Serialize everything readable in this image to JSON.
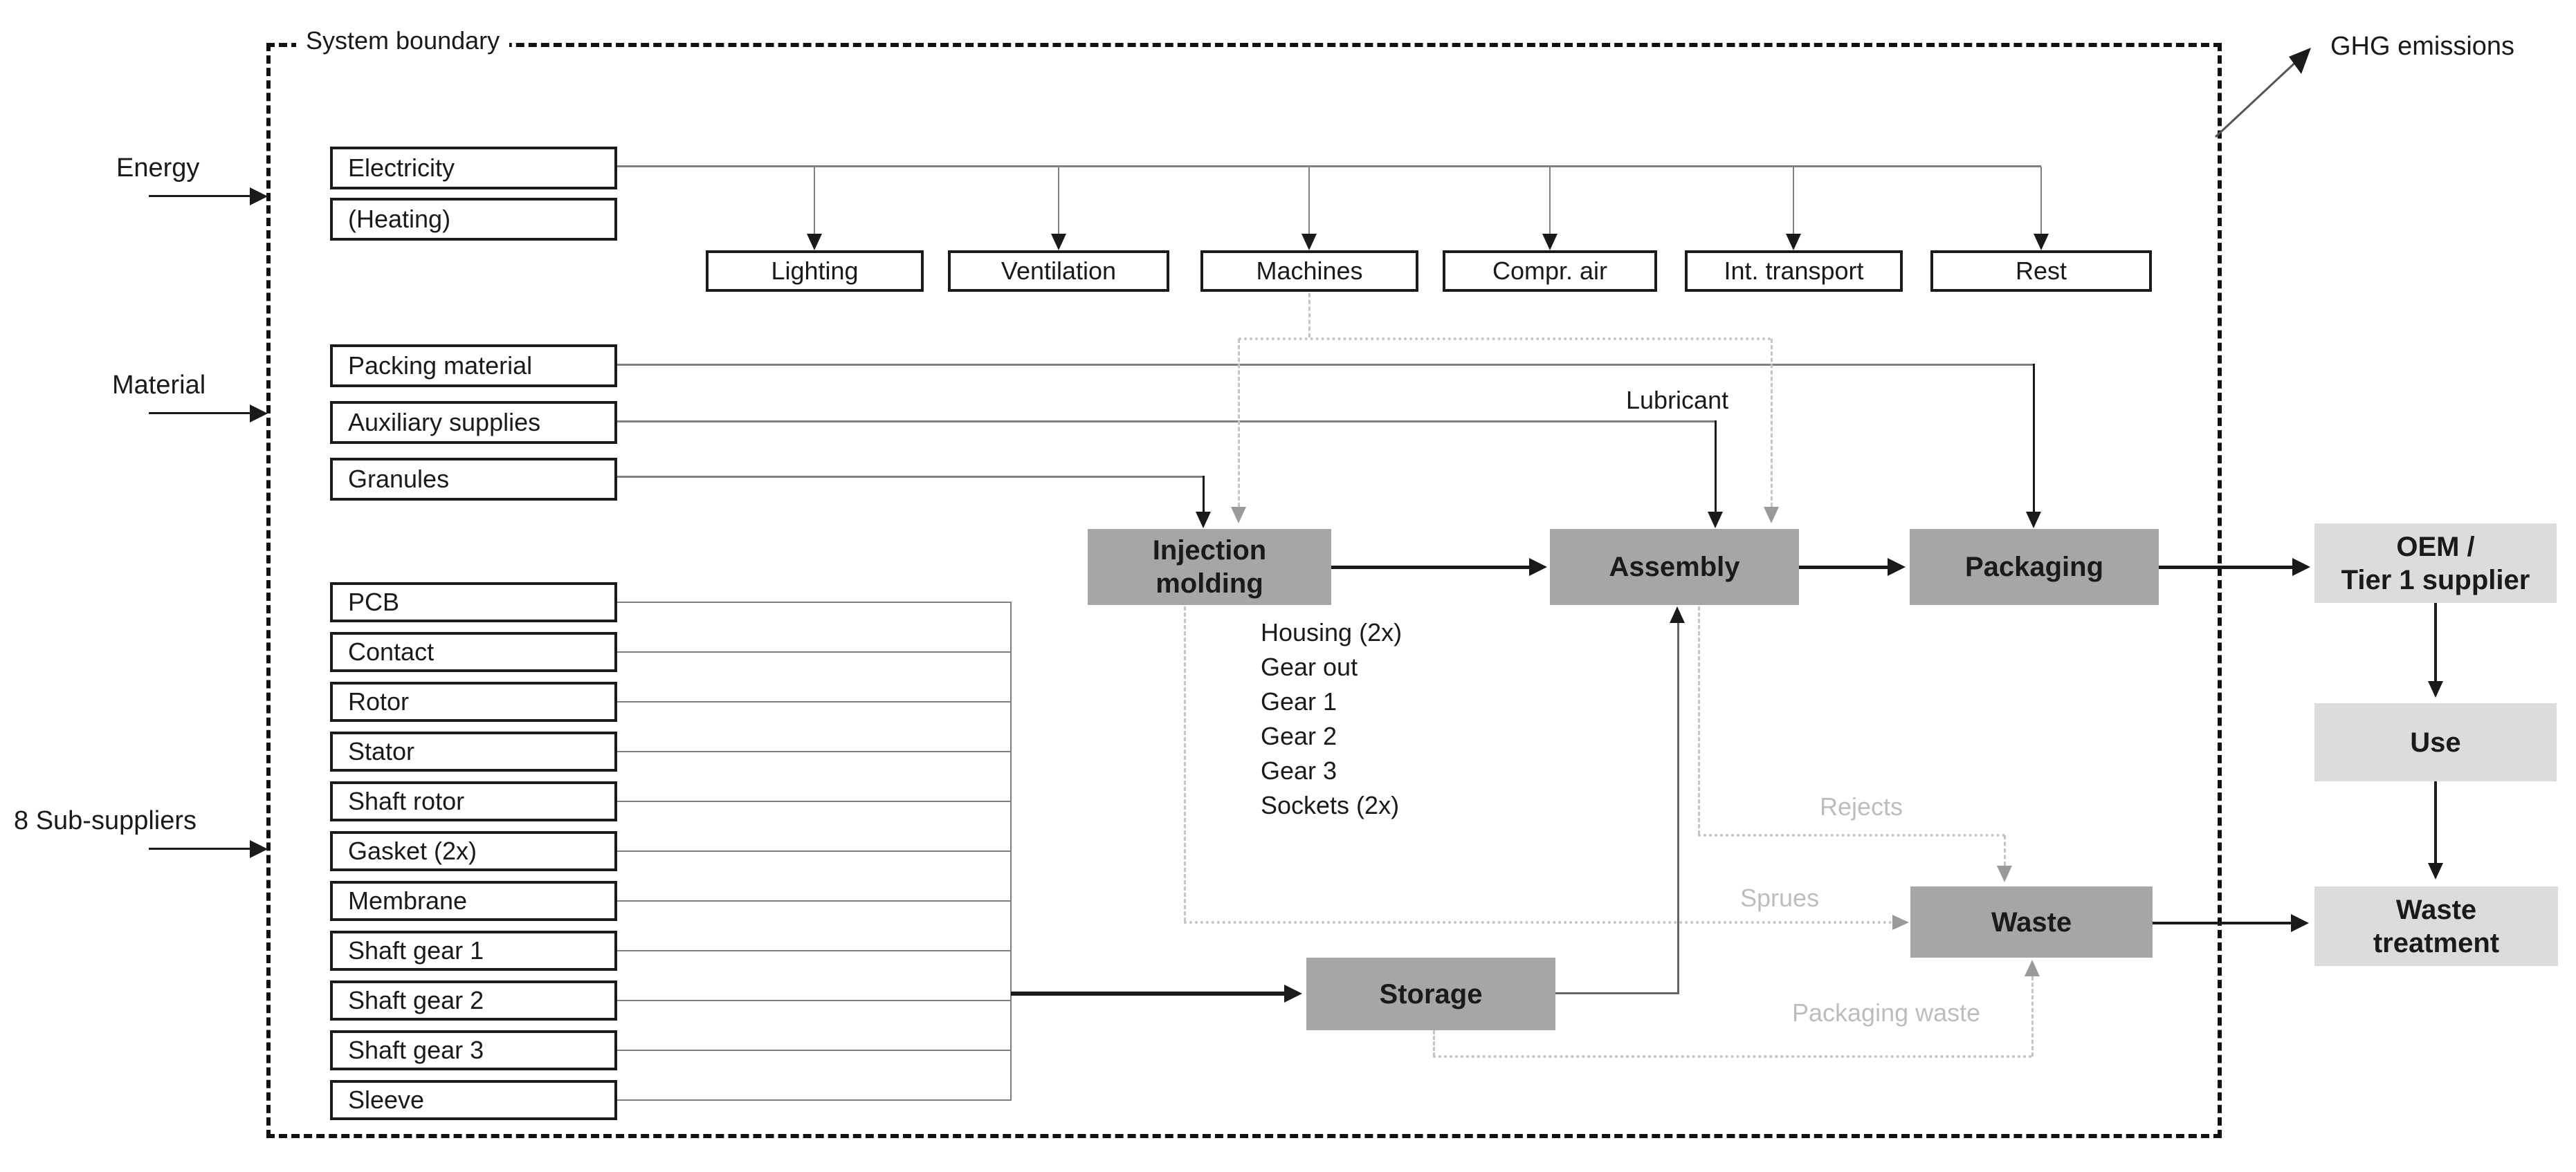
{
  "title": {
    "system_boundary": "System boundary",
    "ghg": "GHG emissions"
  },
  "side_labels": {
    "energy": "Energy",
    "material": "Material",
    "subsuppliers": "8 Sub-suppliers"
  },
  "energy_inputs": [
    {
      "label": "Electricity"
    },
    {
      "label": "(Heating)"
    }
  ],
  "energy_uses": [
    {
      "label": "Lighting"
    },
    {
      "label": "Ventilation"
    },
    {
      "label": "Machines"
    },
    {
      "label": "Compr. air"
    },
    {
      "label": "Int. transport"
    },
    {
      "label": "Rest"
    }
  ],
  "material_inputs": [
    {
      "label": "Packing material"
    },
    {
      "label": "Auxiliary supplies"
    },
    {
      "label": "Granules"
    }
  ],
  "components": [
    {
      "label": "PCB"
    },
    {
      "label": "Contact"
    },
    {
      "label": "Rotor"
    },
    {
      "label": "Stator"
    },
    {
      "label": "Shaft rotor"
    },
    {
      "label": "Gasket (2x)"
    },
    {
      "label": "Membrane"
    },
    {
      "label": "Shaft gear 1"
    },
    {
      "label": "Shaft gear 2"
    },
    {
      "label": "Shaft gear 3"
    },
    {
      "label": "Sleeve"
    }
  ],
  "processes": {
    "injection_molding": {
      "line1": "Injection",
      "line2": "molding"
    },
    "assembly": {
      "label": "Assembly"
    },
    "packaging": {
      "label": "Packaging"
    },
    "storage": {
      "label": "Storage"
    },
    "waste": {
      "label": "Waste"
    }
  },
  "external": {
    "oem": {
      "line1": "OEM /",
      "line2": "Tier 1 supplier"
    },
    "use": {
      "label": "Use"
    },
    "waste_treatment": {
      "line1": "Waste",
      "line2": "treatment"
    }
  },
  "molded_parts": [
    {
      "label": "Housing (2x)"
    },
    {
      "label": "Gear out"
    },
    {
      "label": "Gear 1"
    },
    {
      "label": "Gear 2"
    },
    {
      "label": "Gear 3"
    },
    {
      "label": "Sockets (2x)"
    }
  ],
  "flow_labels": {
    "lubricant": "Lubricant",
    "rejects": "Rejects",
    "sprues": "Sprues",
    "packaging_waste": "Packaging waste"
  },
  "colors": {
    "process_fill": "#a6a6a6",
    "external_fill": "#dcdcdc",
    "line_gray": "#808080",
    "waste_flow_gray": "#c4c4c4",
    "text": "#1a1a1a"
  }
}
